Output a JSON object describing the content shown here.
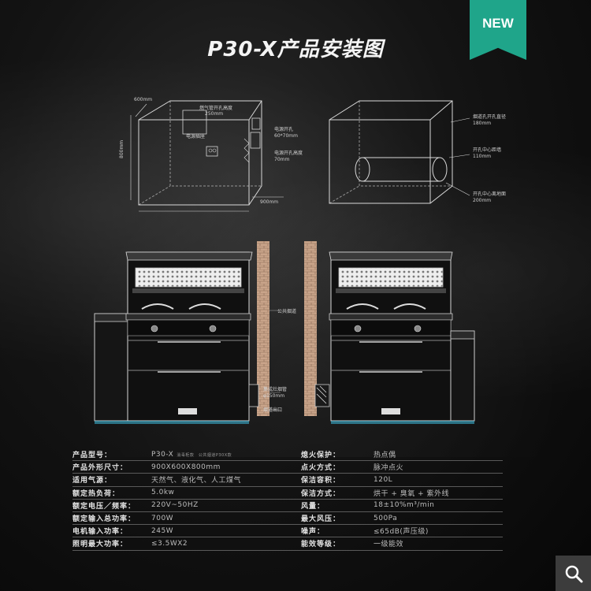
{
  "page": {
    "title": "P30-X产品安装图",
    "badge": "NEW"
  },
  "drawing_labels": {
    "depth": "600mm",
    "height": "800mm",
    "width": "900mm",
    "top_label_1": "燃气管开孔高度",
    "top_label_2": "250mm",
    "power_socket": "电源插座",
    "power_hole": "电源开孔",
    "power_hole_size": "60*70mm",
    "power_hole_h": "电源开孔高度",
    "power_hole_h_val": "70mm",
    "right_1": "烟道孔开孔直径",
    "right_1v": "180mm",
    "right_2": "开孔中心距墙",
    "right_2v": "110mm",
    "right_3": "开孔中心离地面",
    "right_3v": "200mm",
    "wall_label": "公共烟道",
    "flue_label": "集成灶烟管",
    "flue_size": "φ150mm",
    "flue_exit": "烟道出口"
  },
  "specs": {
    "rows": [
      {
        "label": "产品型号：",
        "value": "P30-X",
        "note": "消毒柜款　公共烟道P30X款",
        "rlabel": "熄火保护：",
        "rvalue": "热点偶"
      },
      {
        "label": "产品外形尺寸：",
        "value": "900X600X800mm",
        "rlabel": "点火方式：",
        "rvalue": "脉冲点火"
      },
      {
        "label": "适用气源：",
        "value": "天然气、液化气、人工煤气",
        "rlabel": "保洁容积：",
        "rvalue": "120L"
      },
      {
        "label": "额定热负荷：",
        "value": "5.0kw",
        "rlabel": "保洁方式：",
        "rvalue": "烘干 + 臭氧 + 紫外线"
      },
      {
        "label": "额定电压／频率：",
        "value": "220V~50HZ",
        "rlabel": "风量：",
        "rvalue": "18±10%m³/min"
      },
      {
        "label": "额定输入总功率：",
        "value": "700W",
        "rlabel": "最大风压：",
        "rvalue": "500Pa"
      },
      {
        "label": "电机输入功率：",
        "value": "245W",
        "rlabel": "噪声：",
        "rvalue": "≤65dB(声压级)"
      },
      {
        "label": "照明最大功率：",
        "value": "≤3.5WX2",
        "rlabel": "能效等级：",
        "rvalue": "一级能效"
      }
    ]
  },
  "colors": {
    "badge": "#1fa58a",
    "brick": "#c9a48a",
    "line": "#d8d8d8"
  },
  "icons": {
    "zoom": "magnifier-icon"
  }
}
